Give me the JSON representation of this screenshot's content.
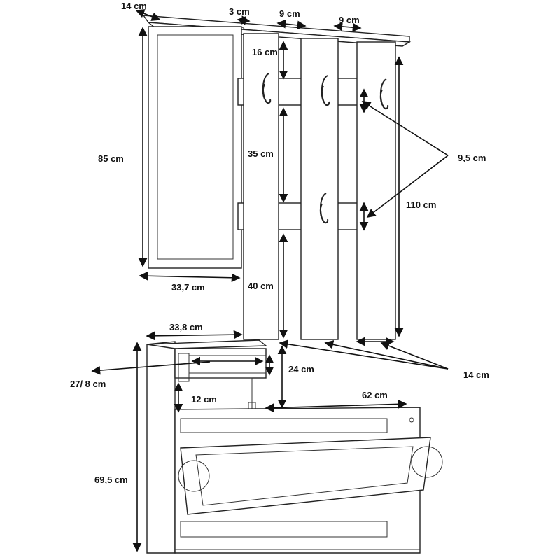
{
  "title": "Hallway furniture set dimension drawing",
  "labels": {
    "shelf_depth": "14 cm",
    "gap": "3 cm",
    "panel_width_1": "9 cm",
    "panel_width_2": "9 cm",
    "top_hook_offset": "16 cm",
    "mirror_height": "85 cm",
    "middle_span": "35 cm",
    "bar_spacing": "9,5 cm",
    "panel_height": "110 cm",
    "bottom_span": "40 cm",
    "mirror_width": "33,7 cm",
    "drawer_width": "33,8 cm",
    "drawer_depth": "27/ 8 cm",
    "drawer_height": "24 cm",
    "panel_depth": "14 cm",
    "shelf_height": "12 cm",
    "cabinet_width": "62 cm",
    "cabinet_height": "69,5 cm"
  }
}
